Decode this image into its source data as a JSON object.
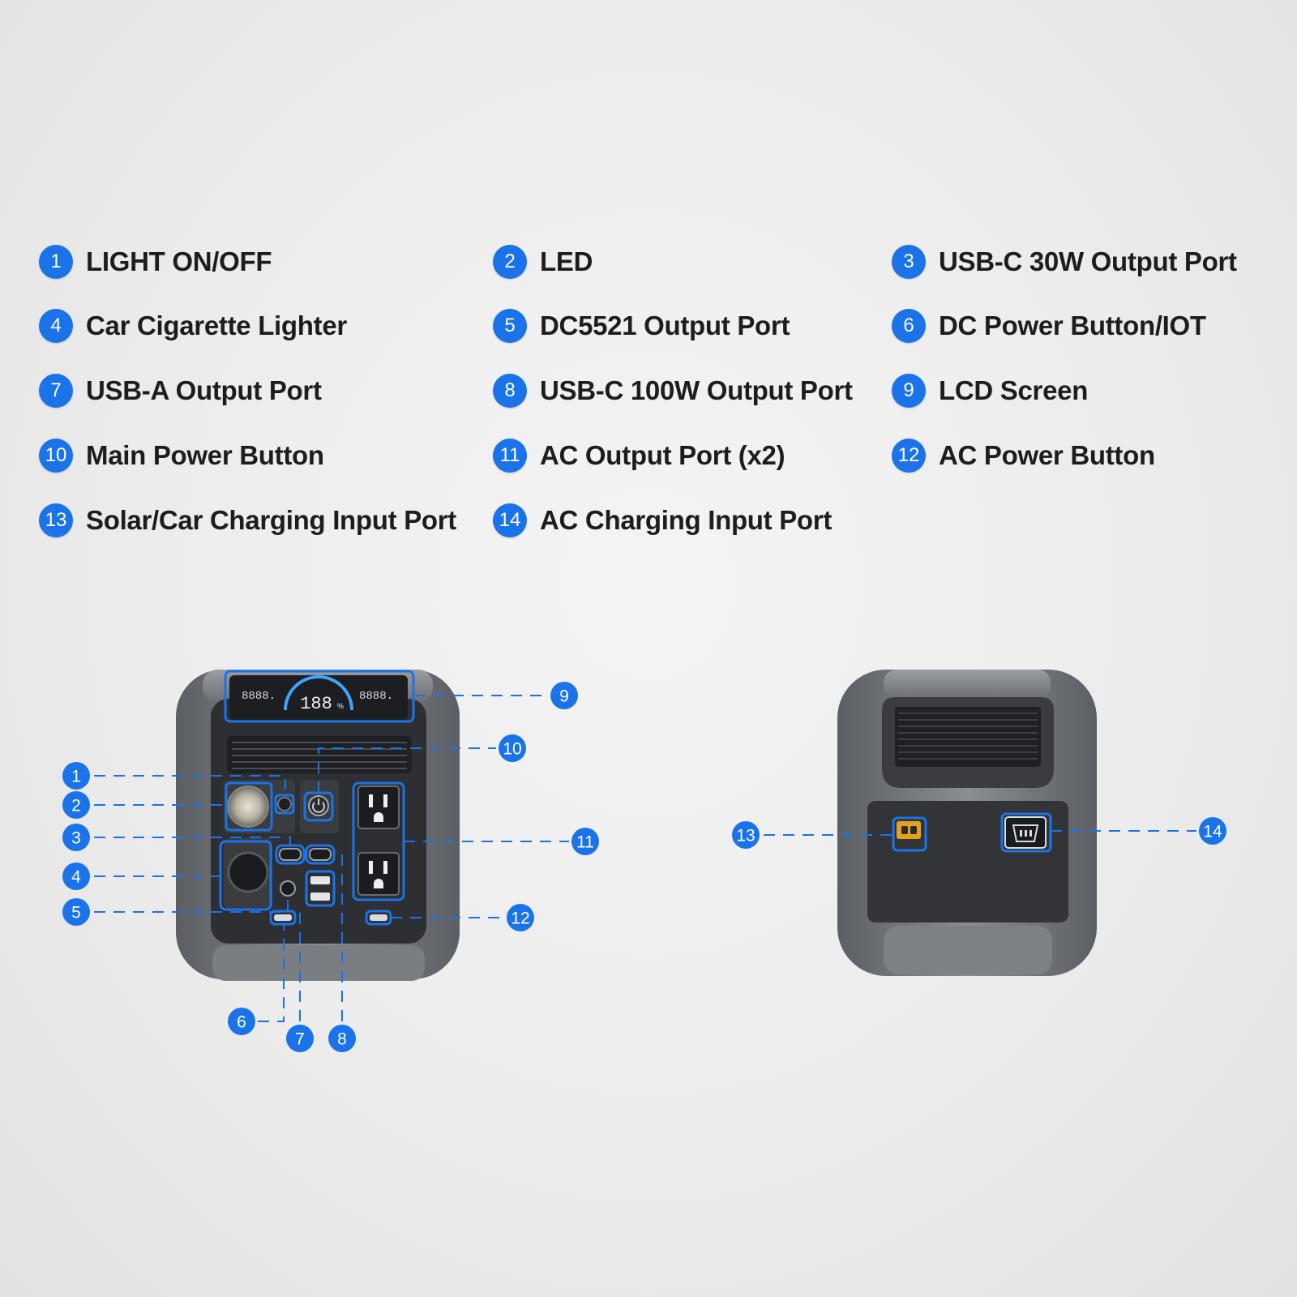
{
  "legend": [
    {
      "num": "1",
      "label": "LIGHT ON/OFF"
    },
    {
      "num": "2",
      "label": "LED"
    },
    {
      "num": "3",
      "label": "USB-C 30W Output Port"
    },
    {
      "num": "4",
      "label": "Car Cigarette Lighter"
    },
    {
      "num": "5",
      "label": "DC5521 Output Port"
    },
    {
      "num": "6",
      "label": "DC Power Button/IOT"
    },
    {
      "num": "7",
      "label": "USB-A Output Port"
    },
    {
      "num": "8",
      "label": "USB-C 100W Output Port"
    },
    {
      "num": "9",
      "label": "LCD Screen"
    },
    {
      "num": "10",
      "label": "Main Power Button"
    },
    {
      "num": "11",
      "label": "AC Output Port (x2)"
    },
    {
      "num": "12",
      "label": "AC Power Button"
    },
    {
      "num": "13",
      "label": "Solar/Car Charging Input Port"
    },
    {
      "num": "14",
      "label": "AC Charging Input Port"
    }
  ],
  "lcd": {
    "left": "8888.",
    "center": "188",
    "unit": "%",
    "right": "8888."
  },
  "colors": {
    "accent": "#1a73e8",
    "device_body": "#6f7378",
    "panel": "#2d2f33",
    "text": "#1d1d1d"
  }
}
